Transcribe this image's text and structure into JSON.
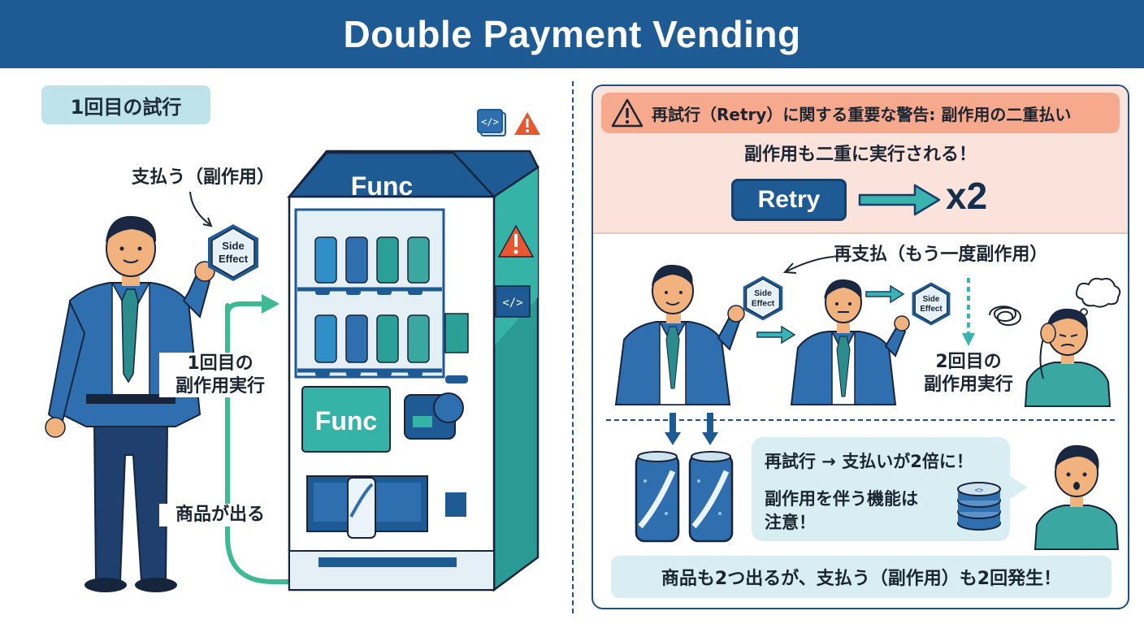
{
  "header": {
    "title": "Double Payment Vending"
  },
  "left": {
    "tag": "1回目の試行",
    "pay_label": "支払う（副作用）",
    "hex_line1": "Side",
    "hex_line2": "Effect",
    "first_exec_line1": "1回目の",
    "first_exec_line2": "副作用実行",
    "product_out": "商品が出る",
    "machine_top_label": "Func",
    "machine_panel_label": "Func"
  },
  "right": {
    "warning_title": "再試行（Retry）に関する重要な警告: 副作用の二重払い",
    "subheading": "副作用も二重に実行される！",
    "retry_label": "Retry",
    "multiplier": "x2",
    "repay_label": "再支払（もう一度副作用）",
    "hex_line1": "Side",
    "hex_line2": "Effect",
    "second_exec_line1": "2回目の",
    "second_exec_line2": "副作用実行",
    "bubble_line1": "再試行 → 支払いが2倍に！",
    "bubble_line2a": "副作用を伴う機能は",
    "bubble_line2b": "注意！",
    "summary": "商品も2つ出るが、支払う（副作用）も2回発生！"
  },
  "colors": {
    "header_bg": "#1e5a94",
    "accent_green": "#3dba8f",
    "warning_orange": "#e8572f",
    "warning_band": "#fbe3db",
    "light_teal": "#d9eef3"
  },
  "icons": [
    "code-icon",
    "warning-icon",
    "arrow-right-icon",
    "arrow-down-icon",
    "soda-can-icon",
    "person-icon",
    "thought-cloud-icon",
    "coin-stack-icon"
  ]
}
